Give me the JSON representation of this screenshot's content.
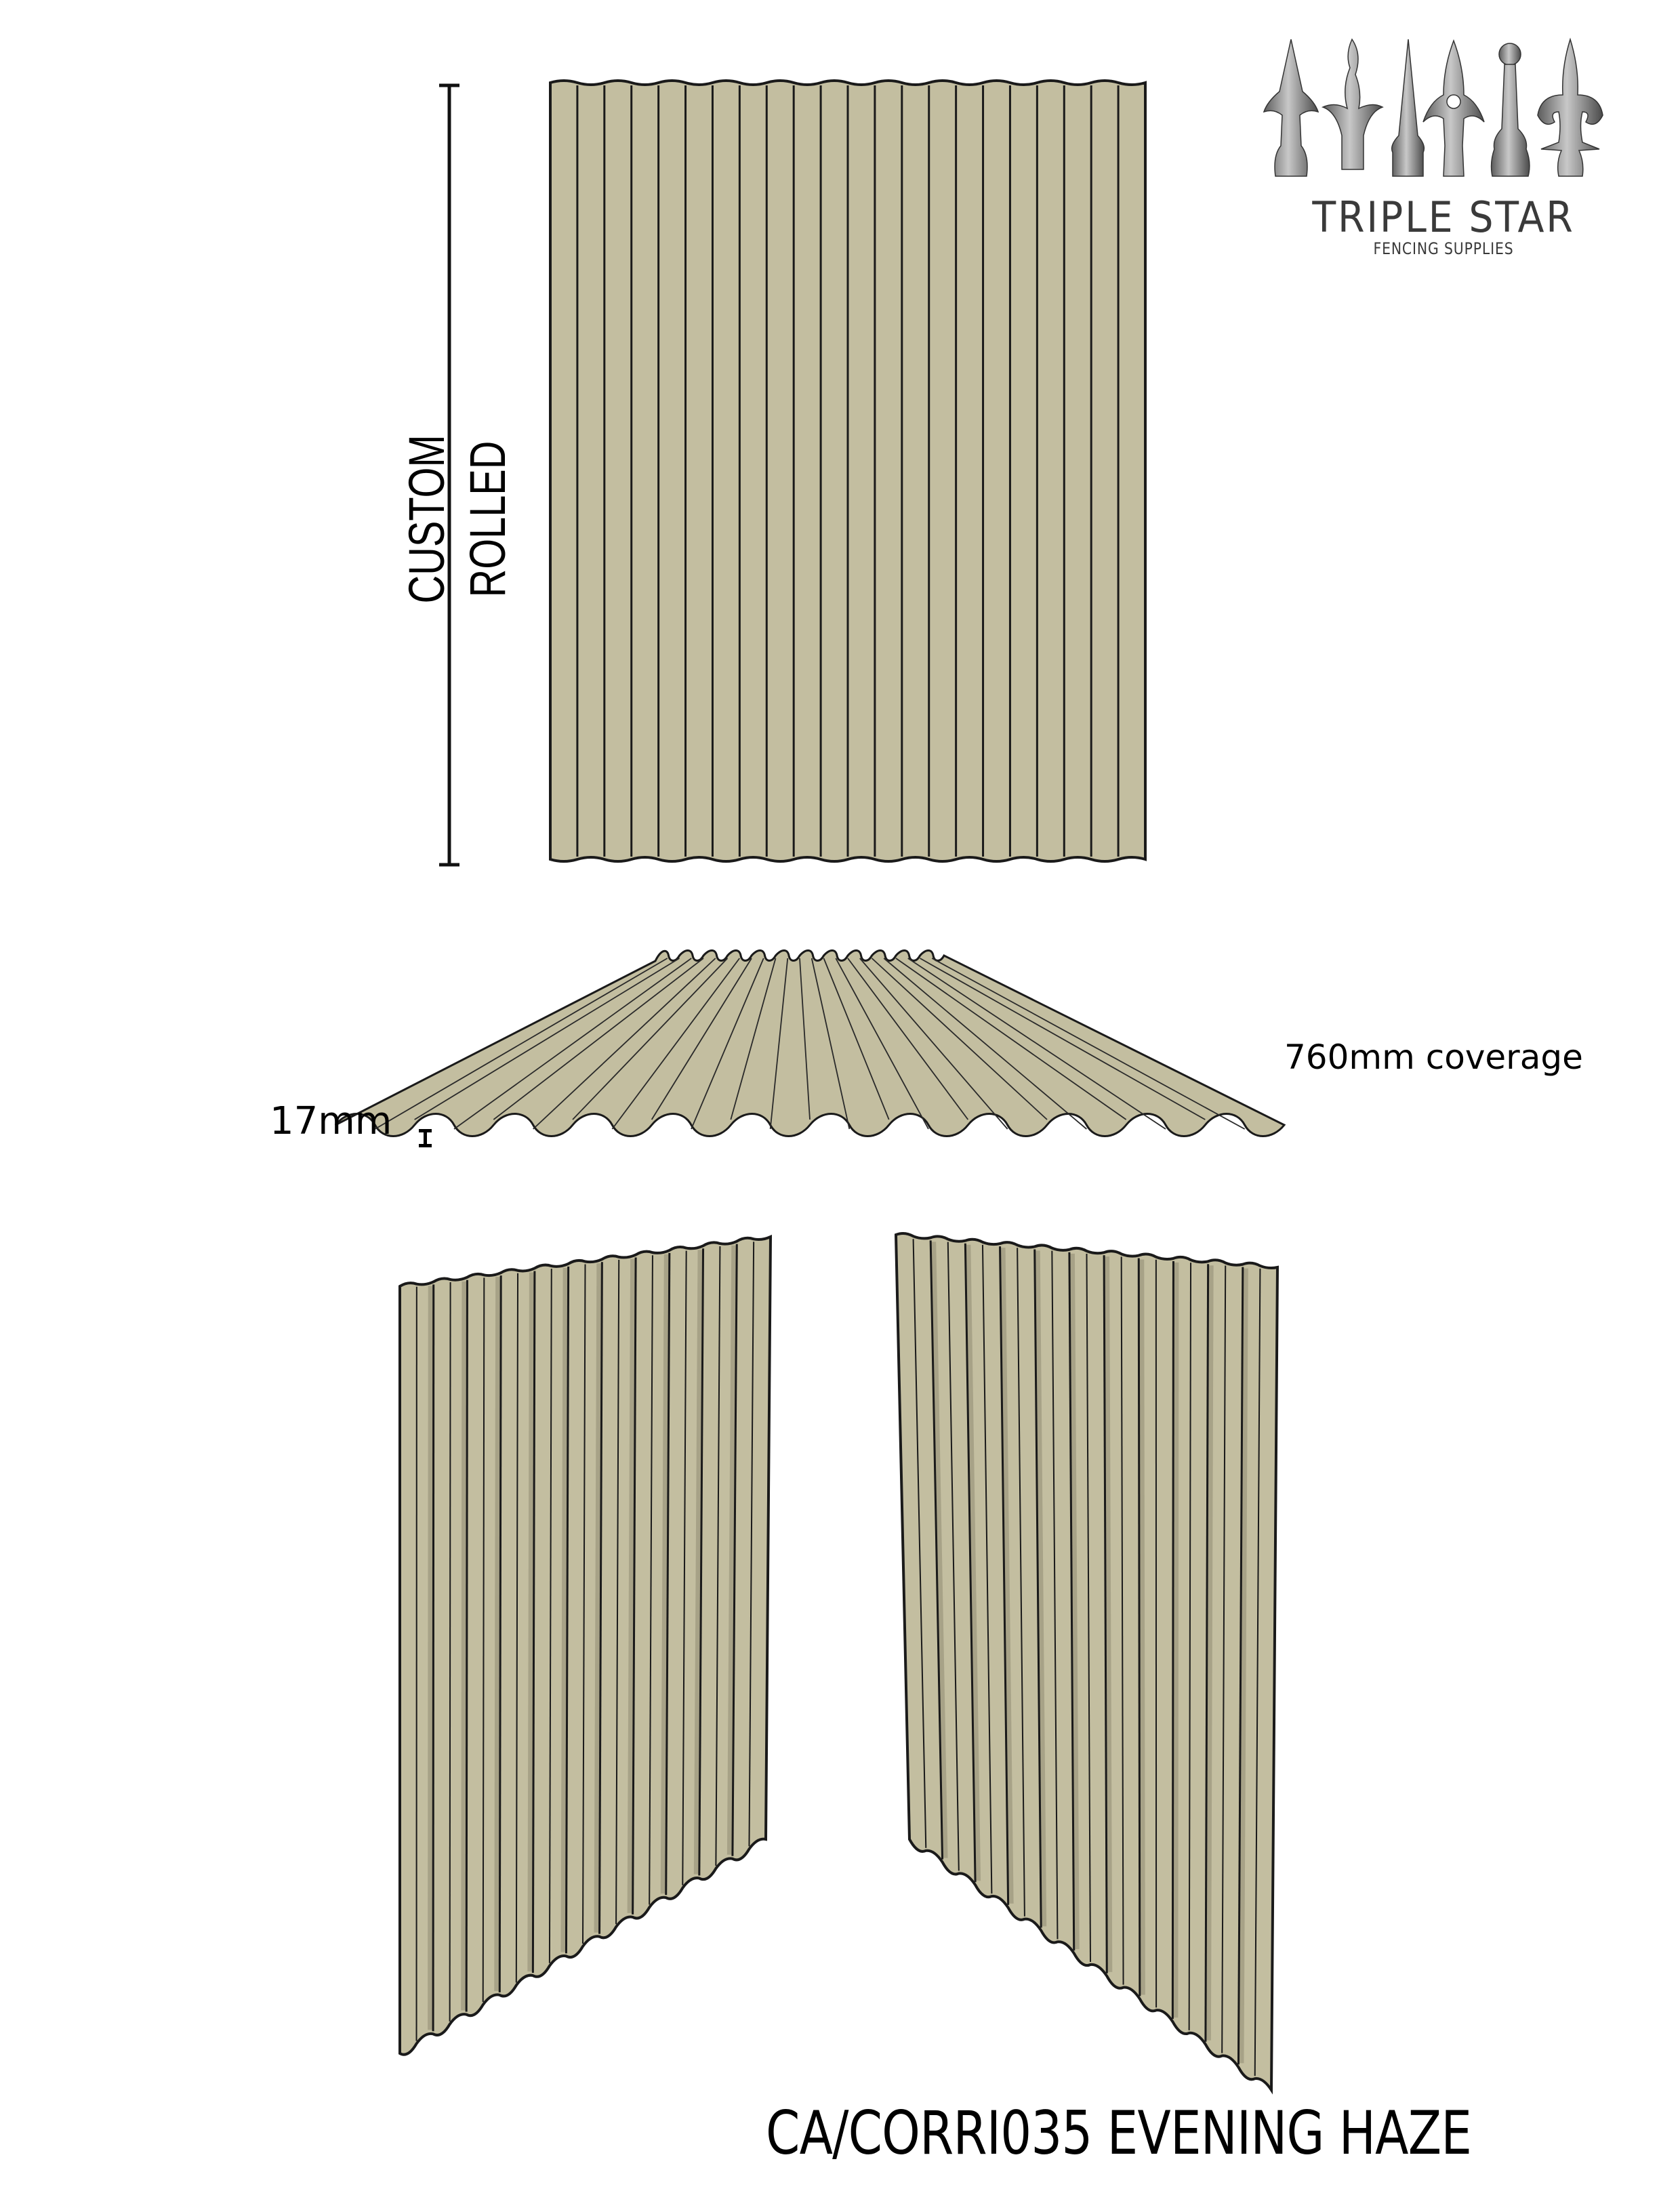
{
  "brand": {
    "name": "TRIPLE STAR",
    "tagline": "FENCING SUPPLIES",
    "logo_icon": "fence-finial-spears-icon",
    "finials": [
      "spear-fleur",
      "flame",
      "pyramid-spike",
      "open-fleur",
      "ball-spear",
      "scroll-fleur"
    ]
  },
  "colors": {
    "sheet_fill": "#c3bea0",
    "sheet_shadow": "#8f8b72",
    "outline": "#1a1a1a",
    "metal": "#8a8a8a",
    "text": "#000000",
    "logo_text": "#3a3a3a"
  },
  "dimensions": {
    "length_label": "CUSTOM ROLLED",
    "coverage_label": "760mm coverage",
    "depth_label": "17mm",
    "depth_marker_icon": "i-beam-dimension-icon"
  },
  "views": {
    "front": {
      "name": "front-elevation",
      "ribs": 22
    },
    "profile": {
      "name": "profile-perspective",
      "waves": 12
    },
    "left_panel": {
      "name": "left-angled-panel",
      "ribs": 22
    },
    "right_panel": {
      "name": "right-angled-panel",
      "ribs": 22
    }
  },
  "product": {
    "title": "CA/CORRI035 EVENING HAZE"
  }
}
